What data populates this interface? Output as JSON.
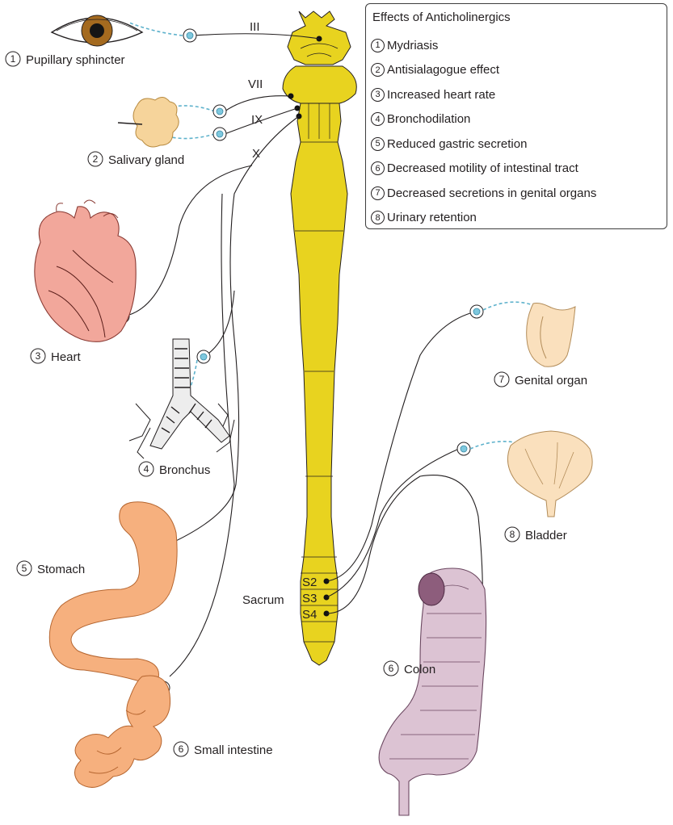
{
  "legend": {
    "title": "Effects of Anticholinergics",
    "items": [
      {
        "num": "1",
        "text": "Mydriasis"
      },
      {
        "num": "2",
        "text": "Antisialagogue effect"
      },
      {
        "num": "3",
        "text": "Increased heart rate"
      },
      {
        "num": "4",
        "text": "Bronchodilation"
      },
      {
        "num": "5",
        "text": "Reduced gastric secretion"
      },
      {
        "num": "6",
        "text": "Decreased motility of intestinal tract"
      },
      {
        "num": "7",
        "text": "Decreased secretions in genital organs"
      },
      {
        "num": "8",
        "text": "Urinary retention"
      }
    ]
  },
  "organs": {
    "pupil": {
      "num": "1",
      "label": "Pupillary sphincter"
    },
    "salivary": {
      "num": "2",
      "label": "Salivary gland"
    },
    "heart": {
      "num": "3",
      "label": "Heart"
    },
    "bronchus": {
      "num": "4",
      "label": "Bronchus"
    },
    "stomach": {
      "num": "5",
      "label": "Stomach"
    },
    "intestine": {
      "num": "6",
      "label": "Small intestine"
    },
    "colon": {
      "num": "6",
      "label": "Colon"
    },
    "genital": {
      "num": "7",
      "label": "Genital organ"
    },
    "bladder": {
      "num": "8",
      "label": "Bladder"
    }
  },
  "cranial_nerves": {
    "iii": "III",
    "vii": "VII",
    "ix": "IX",
    "x": "X"
  },
  "sacral": {
    "label": "Sacrum",
    "s2": "S2",
    "s3": "S3",
    "s4": "S4"
  },
  "colors": {
    "spinal_cord": "#e8d31f",
    "postganglionic": "#5fb2cc",
    "heart": "#f2a79b",
    "stomach": "#f6b07e",
    "colon": "#dcc3d3",
    "gland": "#f6d49b",
    "bladder": "#fae0bd"
  }
}
